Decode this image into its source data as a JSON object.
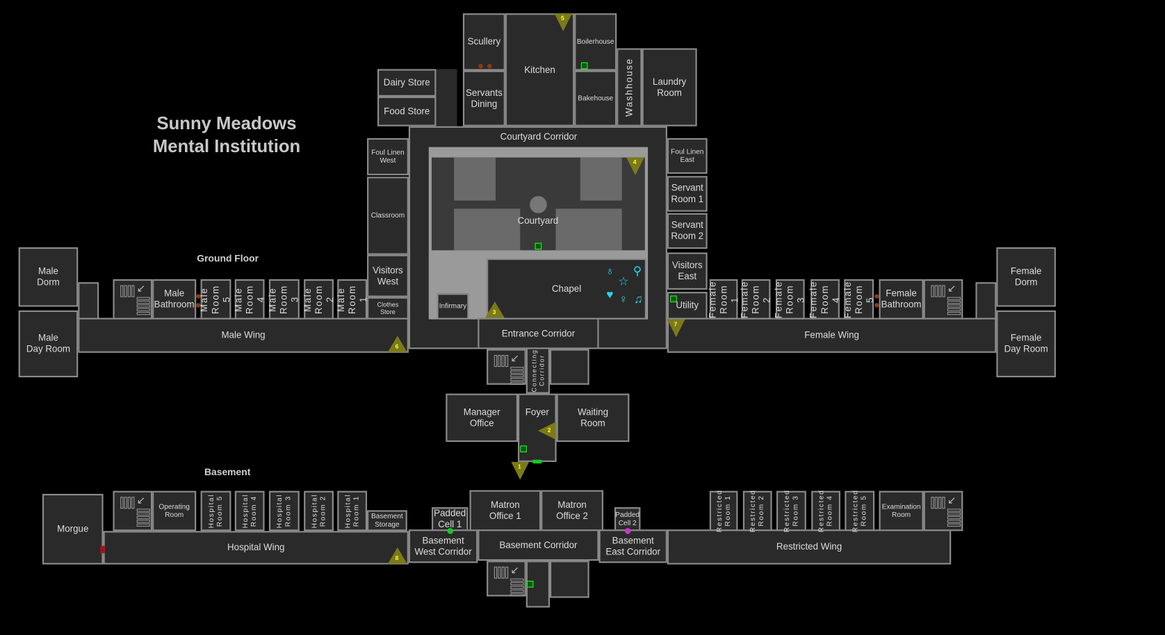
{
  "title": {
    "line1": "Sunny Meadows",
    "line2": "Mental Institution"
  },
  "floors": {
    "ground": "Ground Floor",
    "basement": "Basement"
  },
  "rooms": {
    "scullery": "Scullery",
    "servants_dining": "Servants\nDining",
    "kitchen": "Kitchen",
    "boilerhouse": "Boilerhouse",
    "bakehouse": "Bakehouse",
    "washhouse": "Washhouse",
    "laundry_room": "Laundry\nRoom",
    "dairy_store": "Dairy Store",
    "food_store": "Food Store",
    "courtyard_corridor": "Courtyard Corridor",
    "courtyard": "Courtyard",
    "chapel": "Chapel",
    "infirmary": "Infirmary",
    "foul_linen_west": "Foul Linen\nWest",
    "classroom": "Classroom",
    "visitors_west": "Visitors\nWest",
    "clothes_store": "Clothes\nStore",
    "foul_linen_east": "Foul Linen\nEast",
    "servant_room_1": "Servant\nRoom 1",
    "servant_room_2": "Servant\nRoom 2",
    "visitors_east": "Visitors\nEast",
    "utility": "Utility",
    "entrance_corridor": "Entrance Corridor",
    "male_wing": "Male Wing",
    "male_dorm": "Male\nDorm",
    "male_day_room": "Male\nDay Room",
    "male_bathroom": "Male\nBathroom",
    "male_room_5": "Male\nRoom 5",
    "male_room_4": "Male\nRoom 4",
    "male_room_3": "Male\nRoom 3",
    "male_room_2": "Male\nRoom 2",
    "male_room_1": "Male\nRoom 1",
    "female_wing": "Female Wing",
    "female_room_1": "Female\nRoom 1",
    "female_room_2": "Female\nRoom 2",
    "female_room_3": "Female\nRoom 3",
    "female_room_4": "Female\nRoom 4",
    "female_room_5": "Female\nRoom 5",
    "female_bathroom": "Female\nBathroom",
    "female_dorm": "Female\nDorm",
    "female_day_room": "Female\nDay Room",
    "connecting_corridor": "Connecting\nCorridor",
    "manager_office": "Manager\nOffice",
    "foyer": "Foyer",
    "waiting_room": "Waiting\nRoom",
    "morgue": "Morgue",
    "hospital_wing": "Hospital Wing",
    "operating_room": "Operating\nRoom",
    "hospital_room_5": "Hospital\nRoom 5",
    "hospital_room_4": "Hospital\nRoom 4",
    "hospital_room_3": "Hospital\nRoom 3",
    "hospital_room_2": "Hospital\nRoom 2",
    "hospital_room_1": "Hospital\nRoom 1",
    "basement_storage": "Basement\nStorage",
    "padded_cell_1": "Padded\nCell 1",
    "basement_west_corridor": "Basement\nWest Corridor",
    "matron_office_1": "Matron\nOffice 1",
    "matron_office_2": "Matron\nOffice 2",
    "basement_corridor": "Basement Corridor",
    "padded_cell_2": "Padded\nCell 2",
    "basement_east_corridor": "Basement\nEast Corridor",
    "restricted_wing": "Restricted Wing",
    "restricted_room_1": "Restricted\nRoom 1",
    "restricted_room_2": "Restricted\nRoom 2",
    "restricted_room_3": "Restricted\nRoom 3",
    "restricted_room_4": "Restricted\nRoom 4",
    "restricted_room_5": "Restricted\nRoom 5",
    "examination_room": "Examination\nRoom"
  },
  "cameras": [
    "1",
    "2",
    "3",
    "4",
    "5",
    "6",
    "7",
    "8"
  ],
  "chapel_items": [
    "ouija-board-icon",
    "mirror-icon",
    "pentagram-icon",
    "music-box-icon",
    "voodoo-doll-icon",
    "cursed-item-icon"
  ],
  "colors": {
    "room_fill": "#2a2a2a",
    "wall": "#8c8c8c",
    "camera": "#7a7a1a",
    "camera_dot": "#ffff33",
    "cursed_item": "#22d8e8",
    "fuse_box": "#22ff22"
  }
}
